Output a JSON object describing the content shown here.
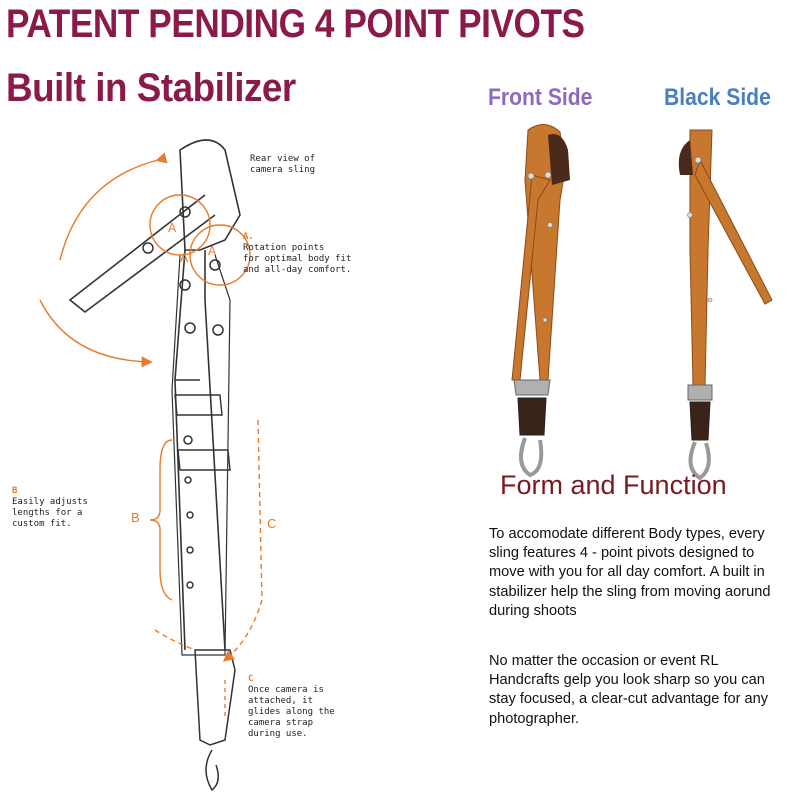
{
  "headline": {
    "line1": "PATENT PENDING  4 POINT PIVOTS",
    "line2": "Built in Stabilizer"
  },
  "photos": {
    "front_label": "Front Side",
    "back_label": "Black Side"
  },
  "diagram": {
    "rear_view": "Rear view of\ncamera sling",
    "callout_a_letter": "A.",
    "callout_a_text": "Rotation points\nfor optimal body fit\nand all-day comfort.",
    "callout_b_letter": "B",
    "callout_b_text": "Easily adjusts\nlengths for a\ncustom fit.",
    "callout_c_letter": "C",
    "callout_c_text": "Once camera is\nattached, it\nglides along the\ncamera strap\nduring use.",
    "marker_a": "A",
    "marker_b": "B",
    "marker_c": "C"
  },
  "form_title": "Form and Function",
  "paragraph1": "To accomodate different Body types, every sling features 4 - point pivots designed to move with you for all day comfort. A built in stabilizer help the sling from moving aorund during shoots",
  "paragraph2": "No matter the occasion or event RL Handcrafts gelp you look sharp so you can stay focused, a clear-cut advantage for any photographer.",
  "colors": {
    "headline": "#8b1a4a",
    "accent_orange": "#e87a2a",
    "leather": "#c8782e",
    "front_label": "#8b6bbf",
    "back_label": "#4a7fc1",
    "form_title": "#7a1a20"
  }
}
